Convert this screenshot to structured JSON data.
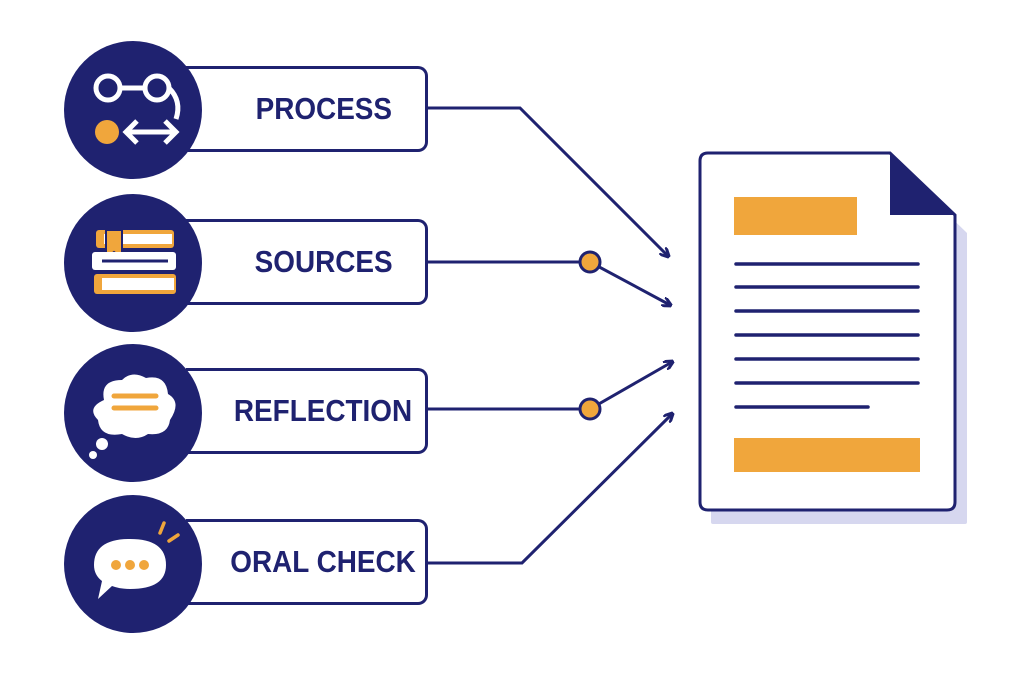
{
  "colors": {
    "navy": "#1f2270",
    "accent": "#f0a63c",
    "shadow": "#d6d7ef",
    "paper": "#ffffff"
  },
  "inputs": [
    {
      "label": "PROCESS",
      "icon": "process-flow-icon"
    },
    {
      "label": "SOURCES",
      "icon": "books-icon"
    },
    {
      "label": "REFLECTION",
      "icon": "thought-bubble-icon"
    },
    {
      "label": "ORAL CHECK",
      "icon": "speech-bubble-icon"
    }
  ],
  "output": {
    "icon": "document-icon"
  }
}
